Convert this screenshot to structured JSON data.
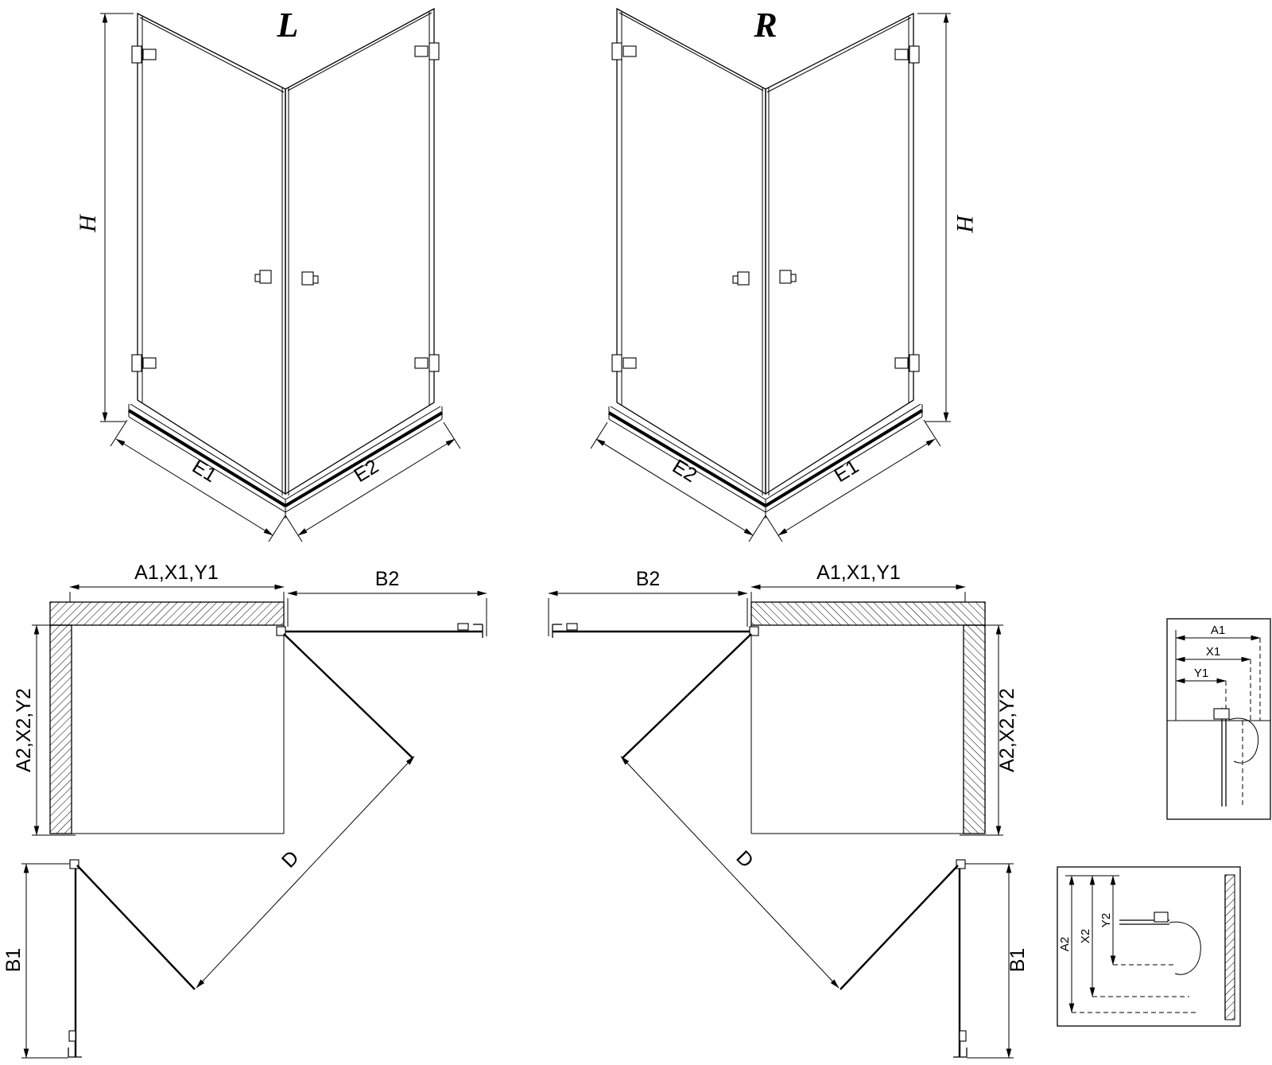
{
  "drawing": {
    "colors": {
      "line": "#000000",
      "background": "#ffffff"
    },
    "iso_left": {
      "variant": "L",
      "height": "H",
      "bottom_left": "E1",
      "bottom_right": "E2"
    },
    "iso_right": {
      "variant": "R",
      "height": "H",
      "bottom_left": "E2",
      "bottom_right": "E1"
    },
    "plan_left": {
      "top_left": "A1,X1,Y1",
      "top_right": "B2",
      "side": "A2,X2,Y2",
      "front": "B1",
      "diagonal": "D"
    },
    "plan_right": {
      "top_left": "B2",
      "top_right": "A1,X1,Y1",
      "side": "A2,X2,Y2",
      "front": "B1",
      "diagonal": "D"
    },
    "detail_top": {
      "dims": [
        "A1",
        "X1",
        "Y1"
      ]
    },
    "detail_bottom": {
      "dims": [
        "A2",
        "X2",
        "Y2"
      ]
    }
  }
}
